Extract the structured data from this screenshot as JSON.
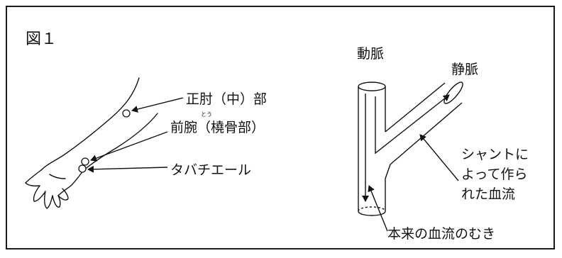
{
  "figure": {
    "title": "図１",
    "arm_labels": {
      "site1": "正肘（中）部",
      "site2": "前腕（橈骨部）",
      "site2_ruby": "とう",
      "site3": "タバチエール"
    },
    "vessel_labels": {
      "artery": "動脈",
      "vein": "静脈",
      "shunt_line1": "シャントに",
      "shunt_line2": "よって作ら",
      "shunt_line3": "れた血流",
      "normal_flow": "本来の血流のむき"
    }
  }
}
